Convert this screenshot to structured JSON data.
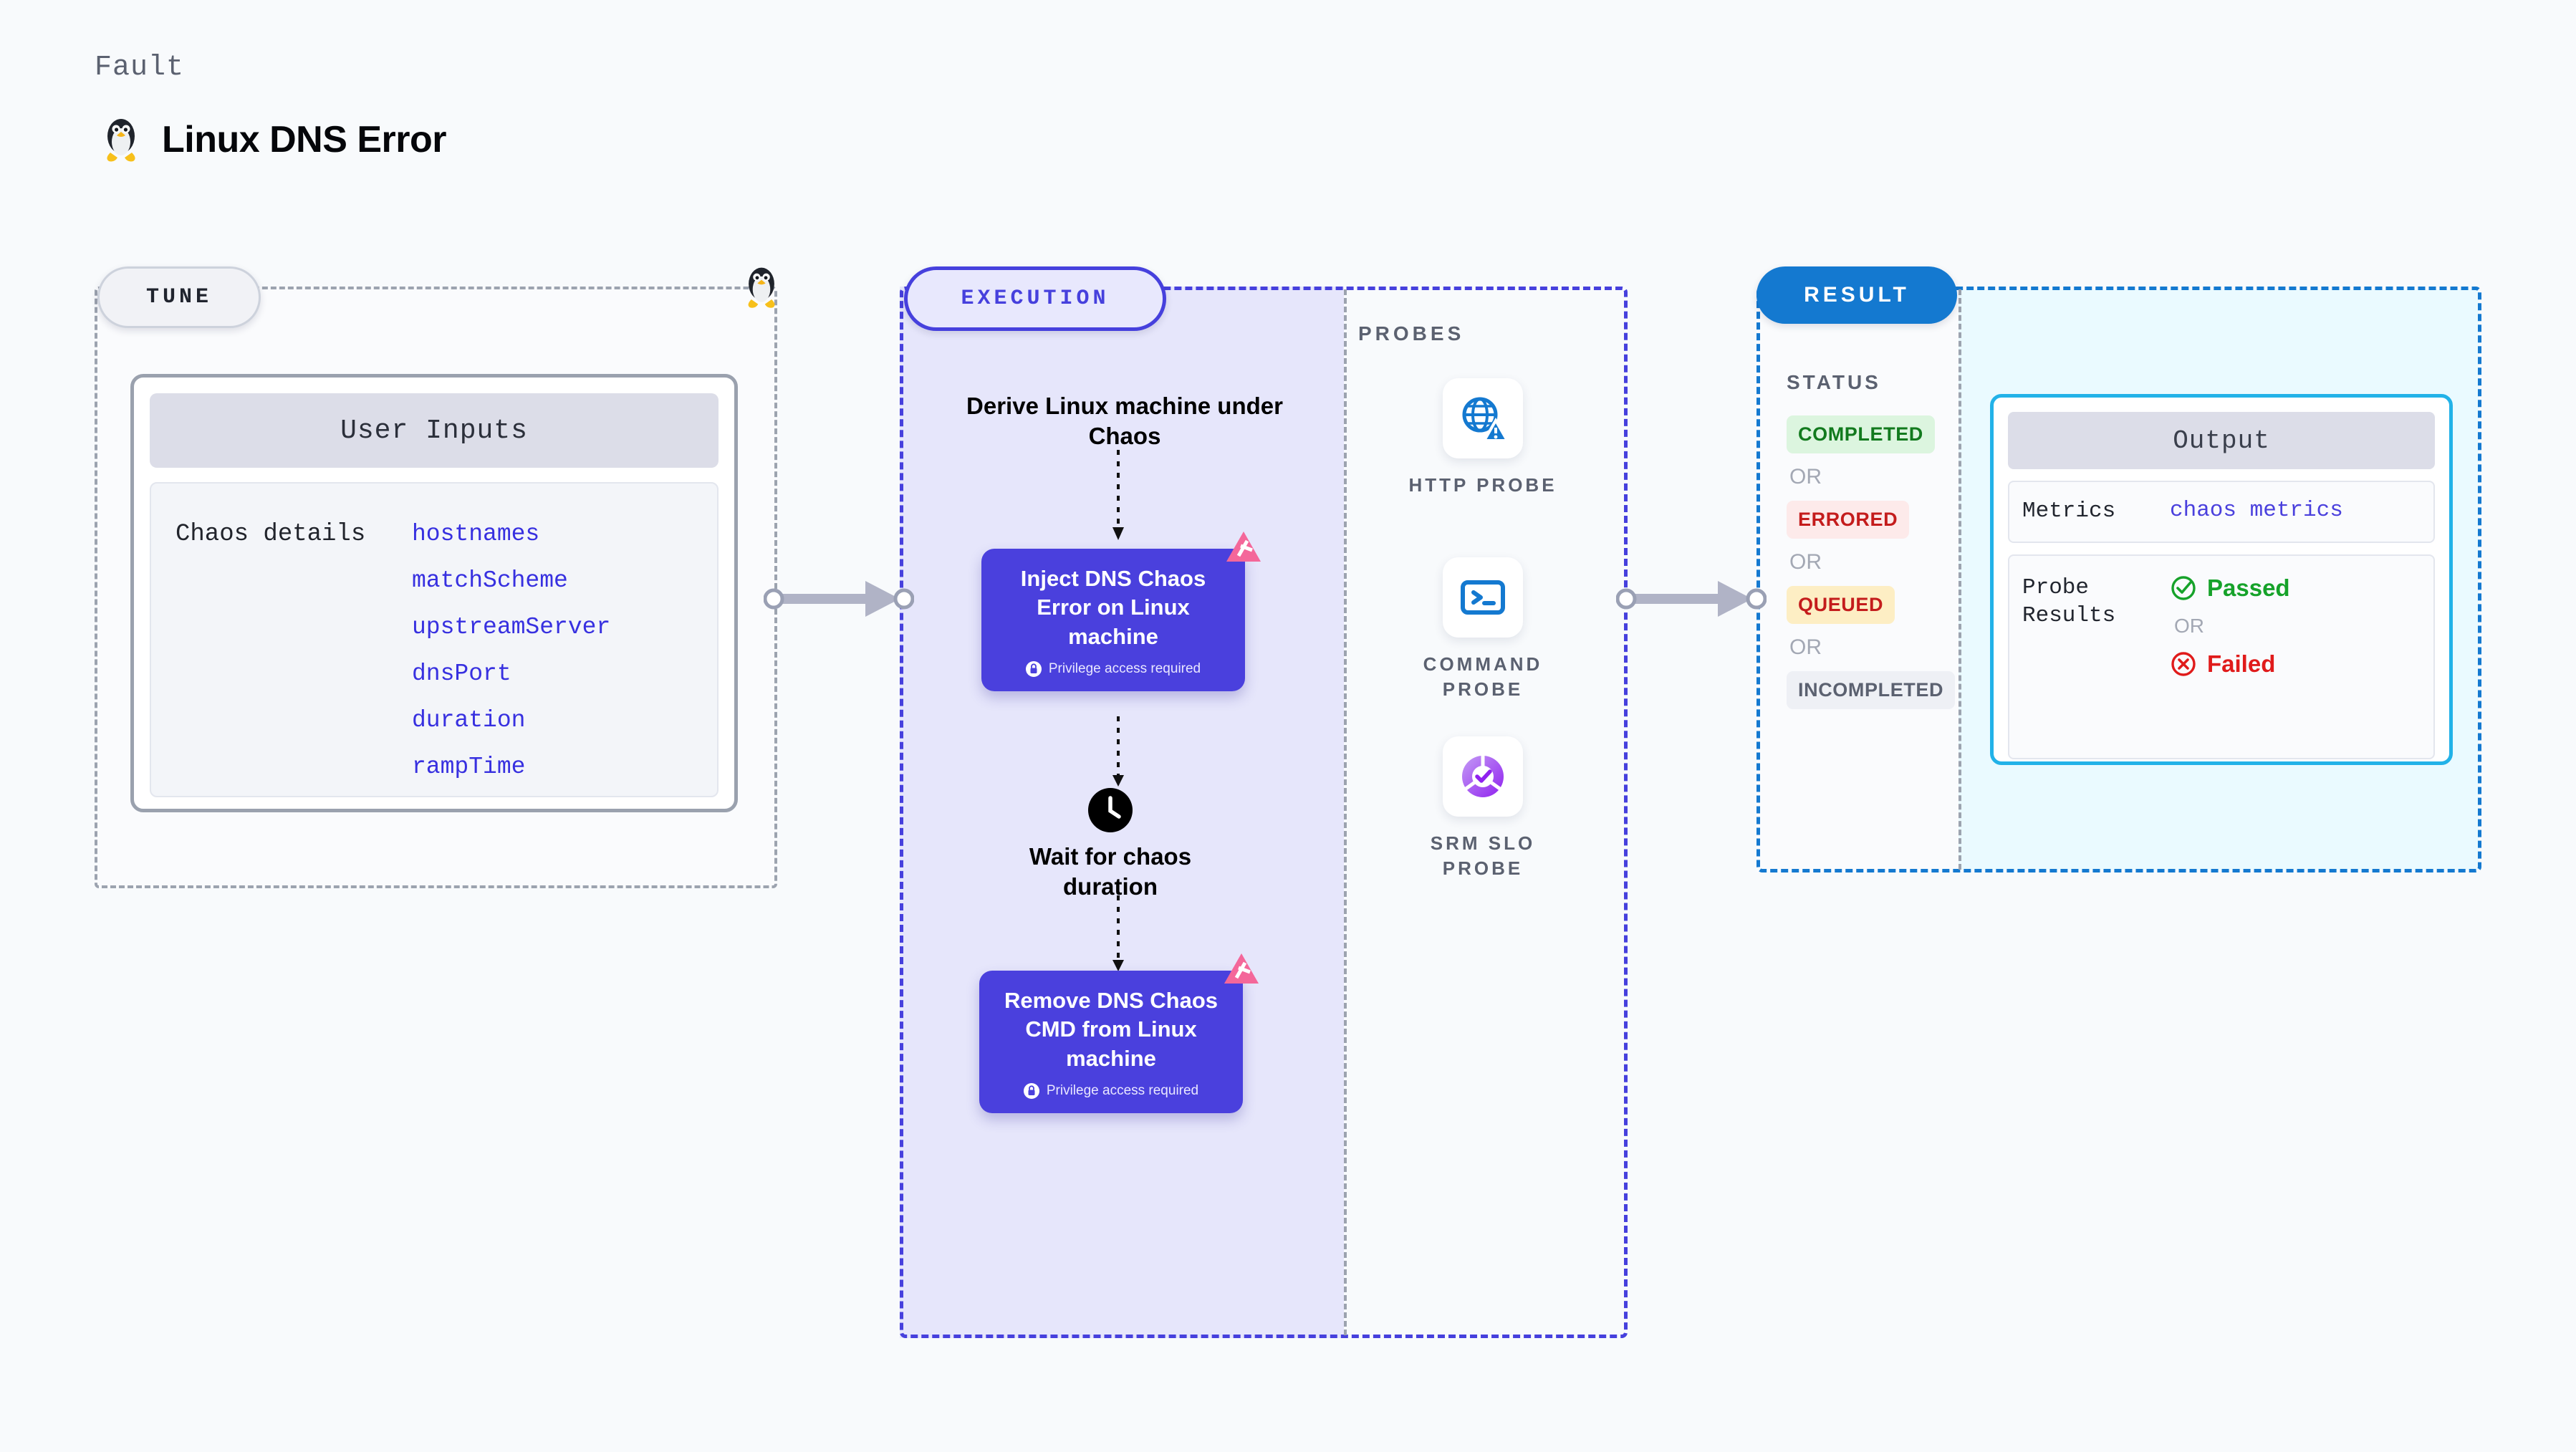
{
  "header": {
    "eyebrow": "Fault",
    "title": "Linux DNS Error",
    "icon": "linux-penguin-icon"
  },
  "tune": {
    "tag": "TUNE",
    "card_title": "User Inputs",
    "params_label": "Chaos details",
    "params": [
      "hostnames",
      "matchScheme",
      "upstreamServer",
      "dnsPort",
      "duration",
      "rampTime"
    ]
  },
  "execution": {
    "tag": "EXECUTION",
    "derive_step": "Derive Linux machine under Chaos",
    "inject_card": {
      "title": "Inject DNS Chaos Error on Linux machine",
      "note": "Privilege access required"
    },
    "wait_step": "Wait for chaos duration",
    "remove_card": {
      "title": "Remove DNS Chaos CMD from Linux machine",
      "note": "Privilege access required"
    }
  },
  "probes": {
    "label": "PROBES",
    "items": [
      {
        "name": "HTTP PROBE",
        "icon": "globe-warning-icon"
      },
      {
        "name": "COMMAND PROBE",
        "icon": "terminal-icon"
      },
      {
        "name": "SRM SLO PROBE",
        "icon": "slo-donut-check-icon"
      }
    ]
  },
  "result": {
    "tag": "RESULT",
    "status_label": "STATUS",
    "or_label": "OR",
    "statuses": [
      {
        "label": "COMPLETED",
        "color": "#127a1e",
        "bg": "#dcf5df"
      },
      {
        "label": "ERRORED",
        "color": "#c41c1c",
        "bg": "#fdeaea"
      },
      {
        "label": "QUEUED",
        "color": "#c41c1c",
        "bg": "#fdeec4"
      },
      {
        "label": "INCOMPLETED",
        "color": "#5b6170",
        "bg": "#eef0f5"
      }
    ],
    "output": {
      "title": "Output",
      "metrics_key": "Metrics",
      "metrics_value": "chaos metrics",
      "probe_results_key": "Probe Results",
      "passed_label": "Passed",
      "failed_label": "Failed",
      "or_label": "OR"
    }
  },
  "colors": {
    "brand_purple": "#4a40dd",
    "result_blue": "#1479d0",
    "cyan_border": "#22b2e8",
    "chaos_pink": "#f4679a"
  }
}
